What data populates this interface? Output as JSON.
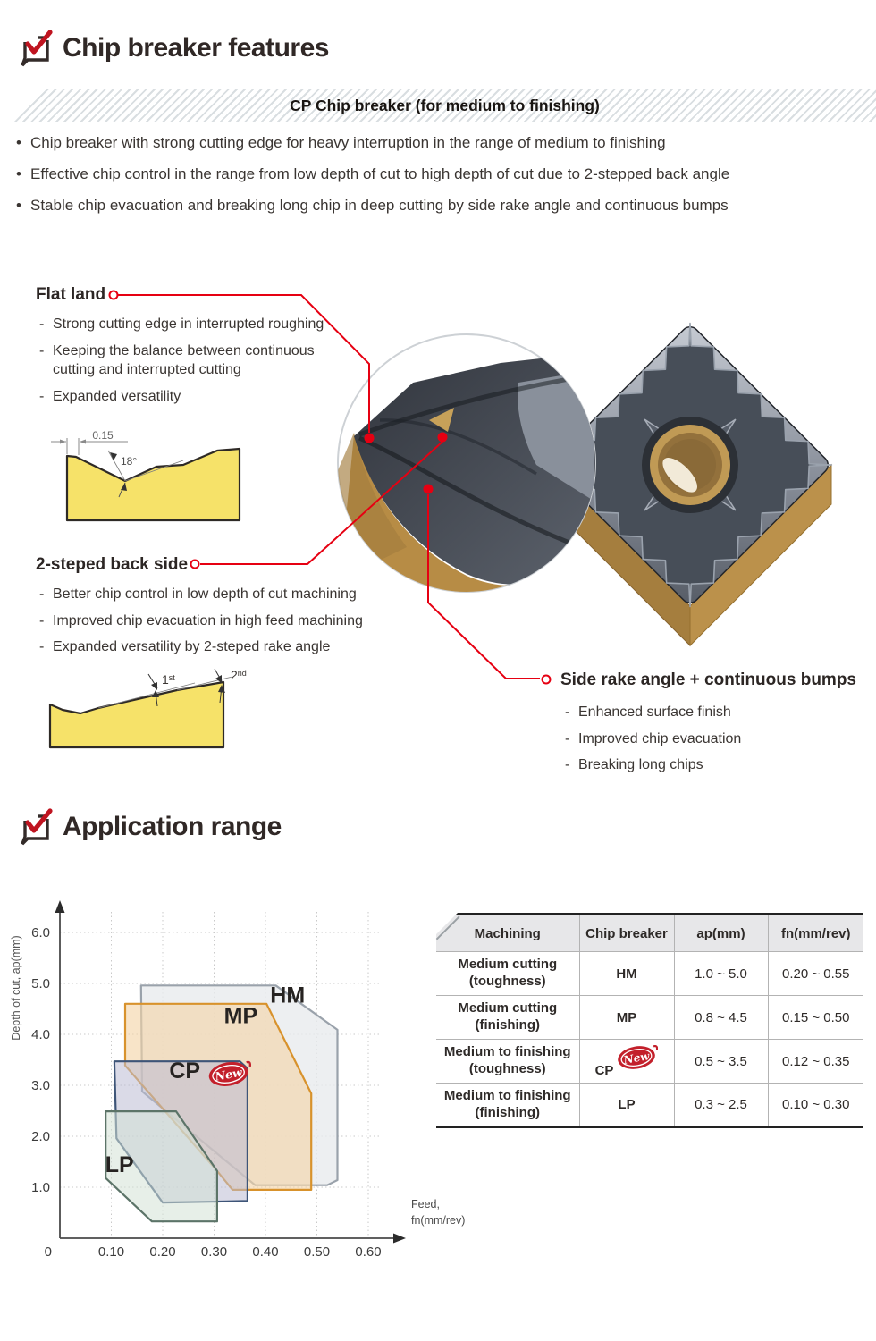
{
  "header": {
    "title": "Chip breaker features"
  },
  "banner": {
    "title": "CP Chip breaker (for medium to finishing)"
  },
  "intro_bullets": [
    "Chip breaker with strong cutting edge for heavy interruption in the range of medium to finishing",
    "Effective chip control in the range from low depth of cut to high depth of cut due to 2-stepped back angle",
    "Stable chip evacuation and breaking long chip in deep cutting by side rake angle and continuous bumps"
  ],
  "features": {
    "flat_land": {
      "title": "Flat land",
      "items": [
        "Strong cutting edge in interrupted roughing",
        "Keeping the balance between continuous cutting and interrupted cutting",
        "Expanded versatility"
      ],
      "dim_label": "0.15",
      "angle_label": "18°"
    },
    "back_side": {
      "title": "2-steped back side",
      "items": [
        "Better chip control in low depth of cut machining",
        "Improved chip evacuation in high feed machining",
        "Expanded versatility by 2-steped rake angle"
      ],
      "angle1": "1",
      "angle1_sup": "st",
      "angle2": "2",
      "angle2_sup": "nd"
    },
    "side_rake": {
      "title": "Side rake angle + continuous bumps",
      "items": [
        "Enhanced surface finish",
        "Improved chip evacuation",
        "Breaking long chips"
      ]
    }
  },
  "section2": {
    "title": "Application range"
  },
  "badge_new": "New",
  "chart_data": {
    "type": "area",
    "title": "Application range of chip breakers",
    "ylabel": "Depth of cut, ap(mm)",
    "xlabel_line1": "Feed,",
    "xlabel_line2": "fn(mm/rev)",
    "origin_label": "0",
    "x_ticks": [
      0.1,
      0.2,
      0.3,
      0.4,
      0.5,
      0.6
    ],
    "y_ticks": [
      1.0,
      2.0,
      3.0,
      4.0,
      5.0,
      6.0
    ],
    "xlim": [
      0,
      0.65
    ],
    "ylim": [
      0,
      6.6
    ],
    "grid": true,
    "legend_position": "inside-labels",
    "series": [
      {
        "name": "HM",
        "fill": "#e9ebee",
        "fill_opacity": 0.8,
        "stroke": "#9aa2ab",
        "label_pos": [
          0.443,
          4.62
        ],
        "points": [
          [
            0.158,
            4.96
          ],
          [
            0.42,
            4.96
          ],
          [
            0.54,
            4.09
          ],
          [
            0.54,
            1.14
          ],
          [
            0.52,
            1.04
          ],
          [
            0.38,
            1.04
          ],
          [
            0.16,
            2.88
          ]
        ]
      },
      {
        "name": "MP",
        "fill": "#f3d4a7",
        "fill_opacity": 0.62,
        "stroke": "#d8922c",
        "label_pos": [
          0.352,
          4.22
        ],
        "points": [
          [
            0.127,
            4.6
          ],
          [
            0.402,
            4.6
          ],
          [
            0.489,
            2.84
          ],
          [
            0.489,
            0.95
          ],
          [
            0.336,
            0.95
          ],
          [
            0.306,
            1.32
          ],
          [
            0.127,
            3.39
          ]
        ]
      },
      {
        "name": "CP",
        "badge": true,
        "badge_pos": [
          0.328,
          3.22
        ],
        "fill": "#bcbcd4",
        "fill_opacity": 0.55,
        "stroke": "#3e5578",
        "label_pos": [
          0.243,
          3.14
        ],
        "points": [
          [
            0.106,
            3.47
          ],
          [
            0.35,
            3.47
          ],
          [
            0.365,
            3.33
          ],
          [
            0.365,
            0.73
          ],
          [
            0.2,
            0.7
          ],
          [
            0.11,
            1.96
          ]
        ]
      },
      {
        "name": "LP",
        "fill": "#d3e2d5",
        "fill_opacity": 0.55,
        "stroke": "#5c7468",
        "label_pos": [
          0.116,
          1.3
        ],
        "points": [
          [
            0.089,
            2.49
          ],
          [
            0.226,
            2.49
          ],
          [
            0.306,
            1.32
          ],
          [
            0.306,
            0.33
          ],
          [
            0.179,
            0.33
          ],
          [
            0.089,
            1.18
          ]
        ]
      }
    ]
  },
  "table": {
    "columns": [
      "Machining",
      "Chip breaker",
      "ap(mm)",
      "fn(mm/rev)"
    ],
    "rows": [
      {
        "machining_line1": "Medium cutting",
        "machining_line2": "(toughness)",
        "chip_breaker": "HM",
        "is_new": false,
        "ap": "1.0 ~ 5.0",
        "fn": "0.20 ~ 0.55"
      },
      {
        "machining_line1": "Medium cutting",
        "machining_line2": "(finishing)",
        "chip_breaker": "MP",
        "is_new": false,
        "ap": "0.8 ~ 4.5",
        "fn": "0.15 ~ 0.50"
      },
      {
        "machining_line1": "Medium to finishing",
        "machining_line2": "(toughness)",
        "chip_breaker": "CP",
        "is_new": true,
        "ap": "0.5 ~ 3.5",
        "fn": "0.12 ~ 0.35"
      },
      {
        "machining_line1": "Medium to finishing",
        "machining_line2": "(finishing)",
        "chip_breaker": "LP",
        "is_new": false,
        "ap": "0.3 ~ 2.5",
        "fn": "0.10 ~ 0.30"
      }
    ]
  },
  "colors": {
    "accent_red": "#e60012",
    "check_red": "#bf1420",
    "diagram_yellow": "#f6e269",
    "insert_gold": "#b88c45"
  }
}
